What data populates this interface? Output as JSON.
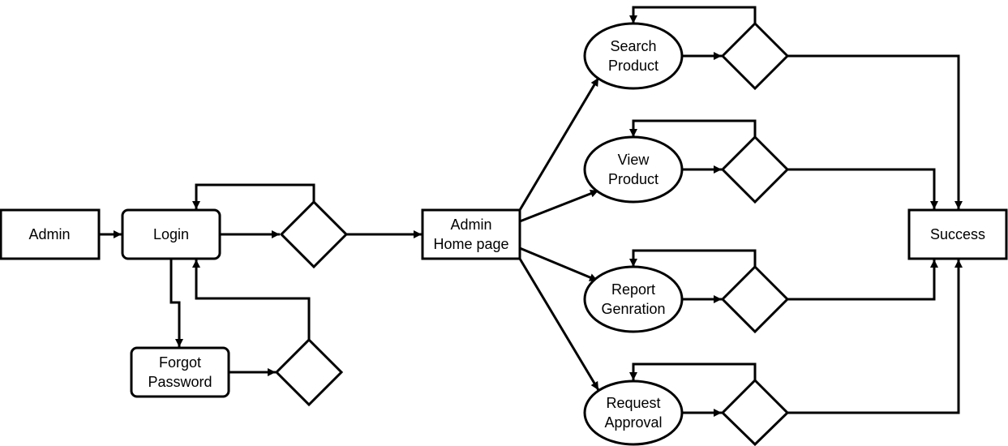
{
  "diagram": {
    "nodes": {
      "admin": {
        "label": "Admin"
      },
      "login": {
        "label": "Login"
      },
      "forgot_password": {
        "line1": "Forgot",
        "line2": "Password"
      },
      "admin_home": {
        "line1": "Admin",
        "line2": "Home page"
      },
      "search_product": {
        "line1": "Search",
        "line2": "Product"
      },
      "view_product": {
        "line1": "View",
        "line2": "Product"
      },
      "report_generation": {
        "line1": "Report",
        "line2": "Genration"
      },
      "request_approval": {
        "line1": "Request",
        "line2": "Approval"
      },
      "success": {
        "label": "Success"
      }
    }
  }
}
